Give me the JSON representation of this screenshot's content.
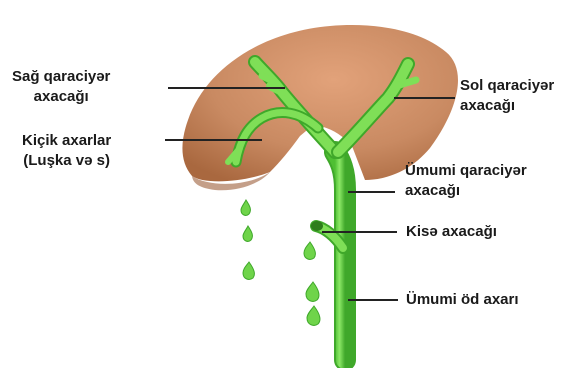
{
  "labels": {
    "right_hepatic_duct": {
      "line1": "Sağ qaraciyər",
      "line2": "axacağı"
    },
    "small_ducts": {
      "line1": "Kiçik axarlar",
      "line2": "(Luşka və s)"
    },
    "left_hepatic_duct": {
      "line1": "Sol qaraciyər",
      "line2": "axacağı"
    },
    "common_hepatic_duct": {
      "line1": "Ümumi qaraciyər",
      "line2": "axacağı"
    },
    "cystic_duct": {
      "line1": "Kisə axacağı"
    },
    "common_bile_duct": {
      "line1": "Ümumi öd axarı"
    }
  },
  "colors": {
    "liver": "#c98a62",
    "liver_shade": "#b06f4a",
    "duct": "#6fd44a",
    "duct_dark": "#3fa82a",
    "leader_line": "#222222"
  }
}
